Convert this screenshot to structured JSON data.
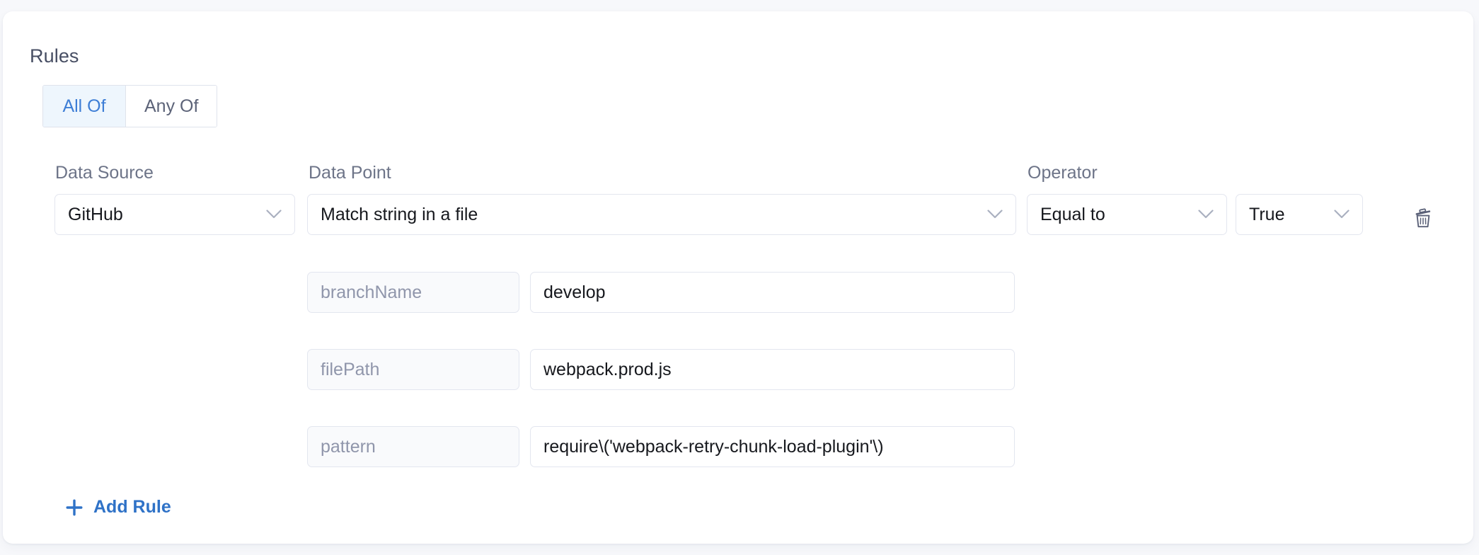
{
  "section": {
    "title": "Rules"
  },
  "match_toggle": {
    "options": [
      {
        "label": "All Of",
        "active": true
      },
      {
        "label": "Any Of",
        "active": false
      }
    ],
    "active_color": "#3d7ed6",
    "active_bg": "#eef6fd"
  },
  "columns": {
    "data_source": "Data Source",
    "data_point": "Data Point",
    "operator": "Operator"
  },
  "rule": {
    "data_source": "GitHub",
    "data_point": "Match string in a file",
    "operator": "Equal to",
    "value": "True",
    "delete_icon": "trash-icon",
    "chevron_icon": "chevron-down-icon",
    "parameters": [
      {
        "key": "branchName",
        "value": "develop"
      },
      {
        "key": "filePath",
        "value": "webpack.prod.js"
      },
      {
        "key": "pattern",
        "value": "require\\('webpack-retry-chunk-load-plugin'\\)"
      }
    ]
  },
  "add_rule": {
    "label": "Add Rule",
    "icon": "plus-icon",
    "color": "#2f72c7"
  }
}
